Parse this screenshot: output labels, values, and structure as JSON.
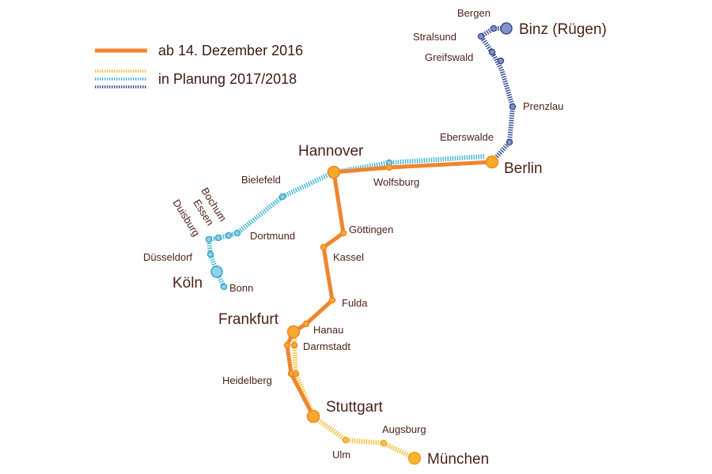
{
  "legend": {
    "current_label": "ab 14. Dezember 2016",
    "planned_label": "in Planung 2017/2018"
  },
  "colors": {
    "orange": "#f0852d",
    "yellow": "#f6c23e",
    "light_blue": "#4bb9d4",
    "dark_blue": "#3b4f95",
    "orange_station": "#f7a92a",
    "light_blue_station": "#8fd1e6",
    "dark_blue_station": "#8493c8",
    "label": "#4a1f16"
  },
  "stations": {
    "binz": "Binz (Rügen)",
    "bergen": "Bergen",
    "stralsund": "Stralsund",
    "greifswald": "Greifswald",
    "prenzlau": "Prenzlau",
    "eberswalde": "Eberswalde",
    "berlin": "Berlin",
    "wolfsburg": "Wolfsburg",
    "hannover": "Hannover",
    "bielefeld": "Bielefeld",
    "bochum": "Bochum",
    "essen": "Essen",
    "duisburg": "Duisburg",
    "dortmund": "Dortmund",
    "duesseldorf": "Düsseldorf",
    "koeln": "Köln",
    "bonn": "Bonn",
    "goettingen": "Göttingen",
    "kassel": "Kassel",
    "fulda": "Fulda",
    "frankfurt": "Frankfurt",
    "hanau": "Hanau",
    "darmstadt": "Darmstadt",
    "heidelberg": "Heidelberg",
    "stuttgart": "Stuttgart",
    "augsburg": "Augsburg",
    "ulm": "Ulm",
    "muenchen": "München"
  }
}
